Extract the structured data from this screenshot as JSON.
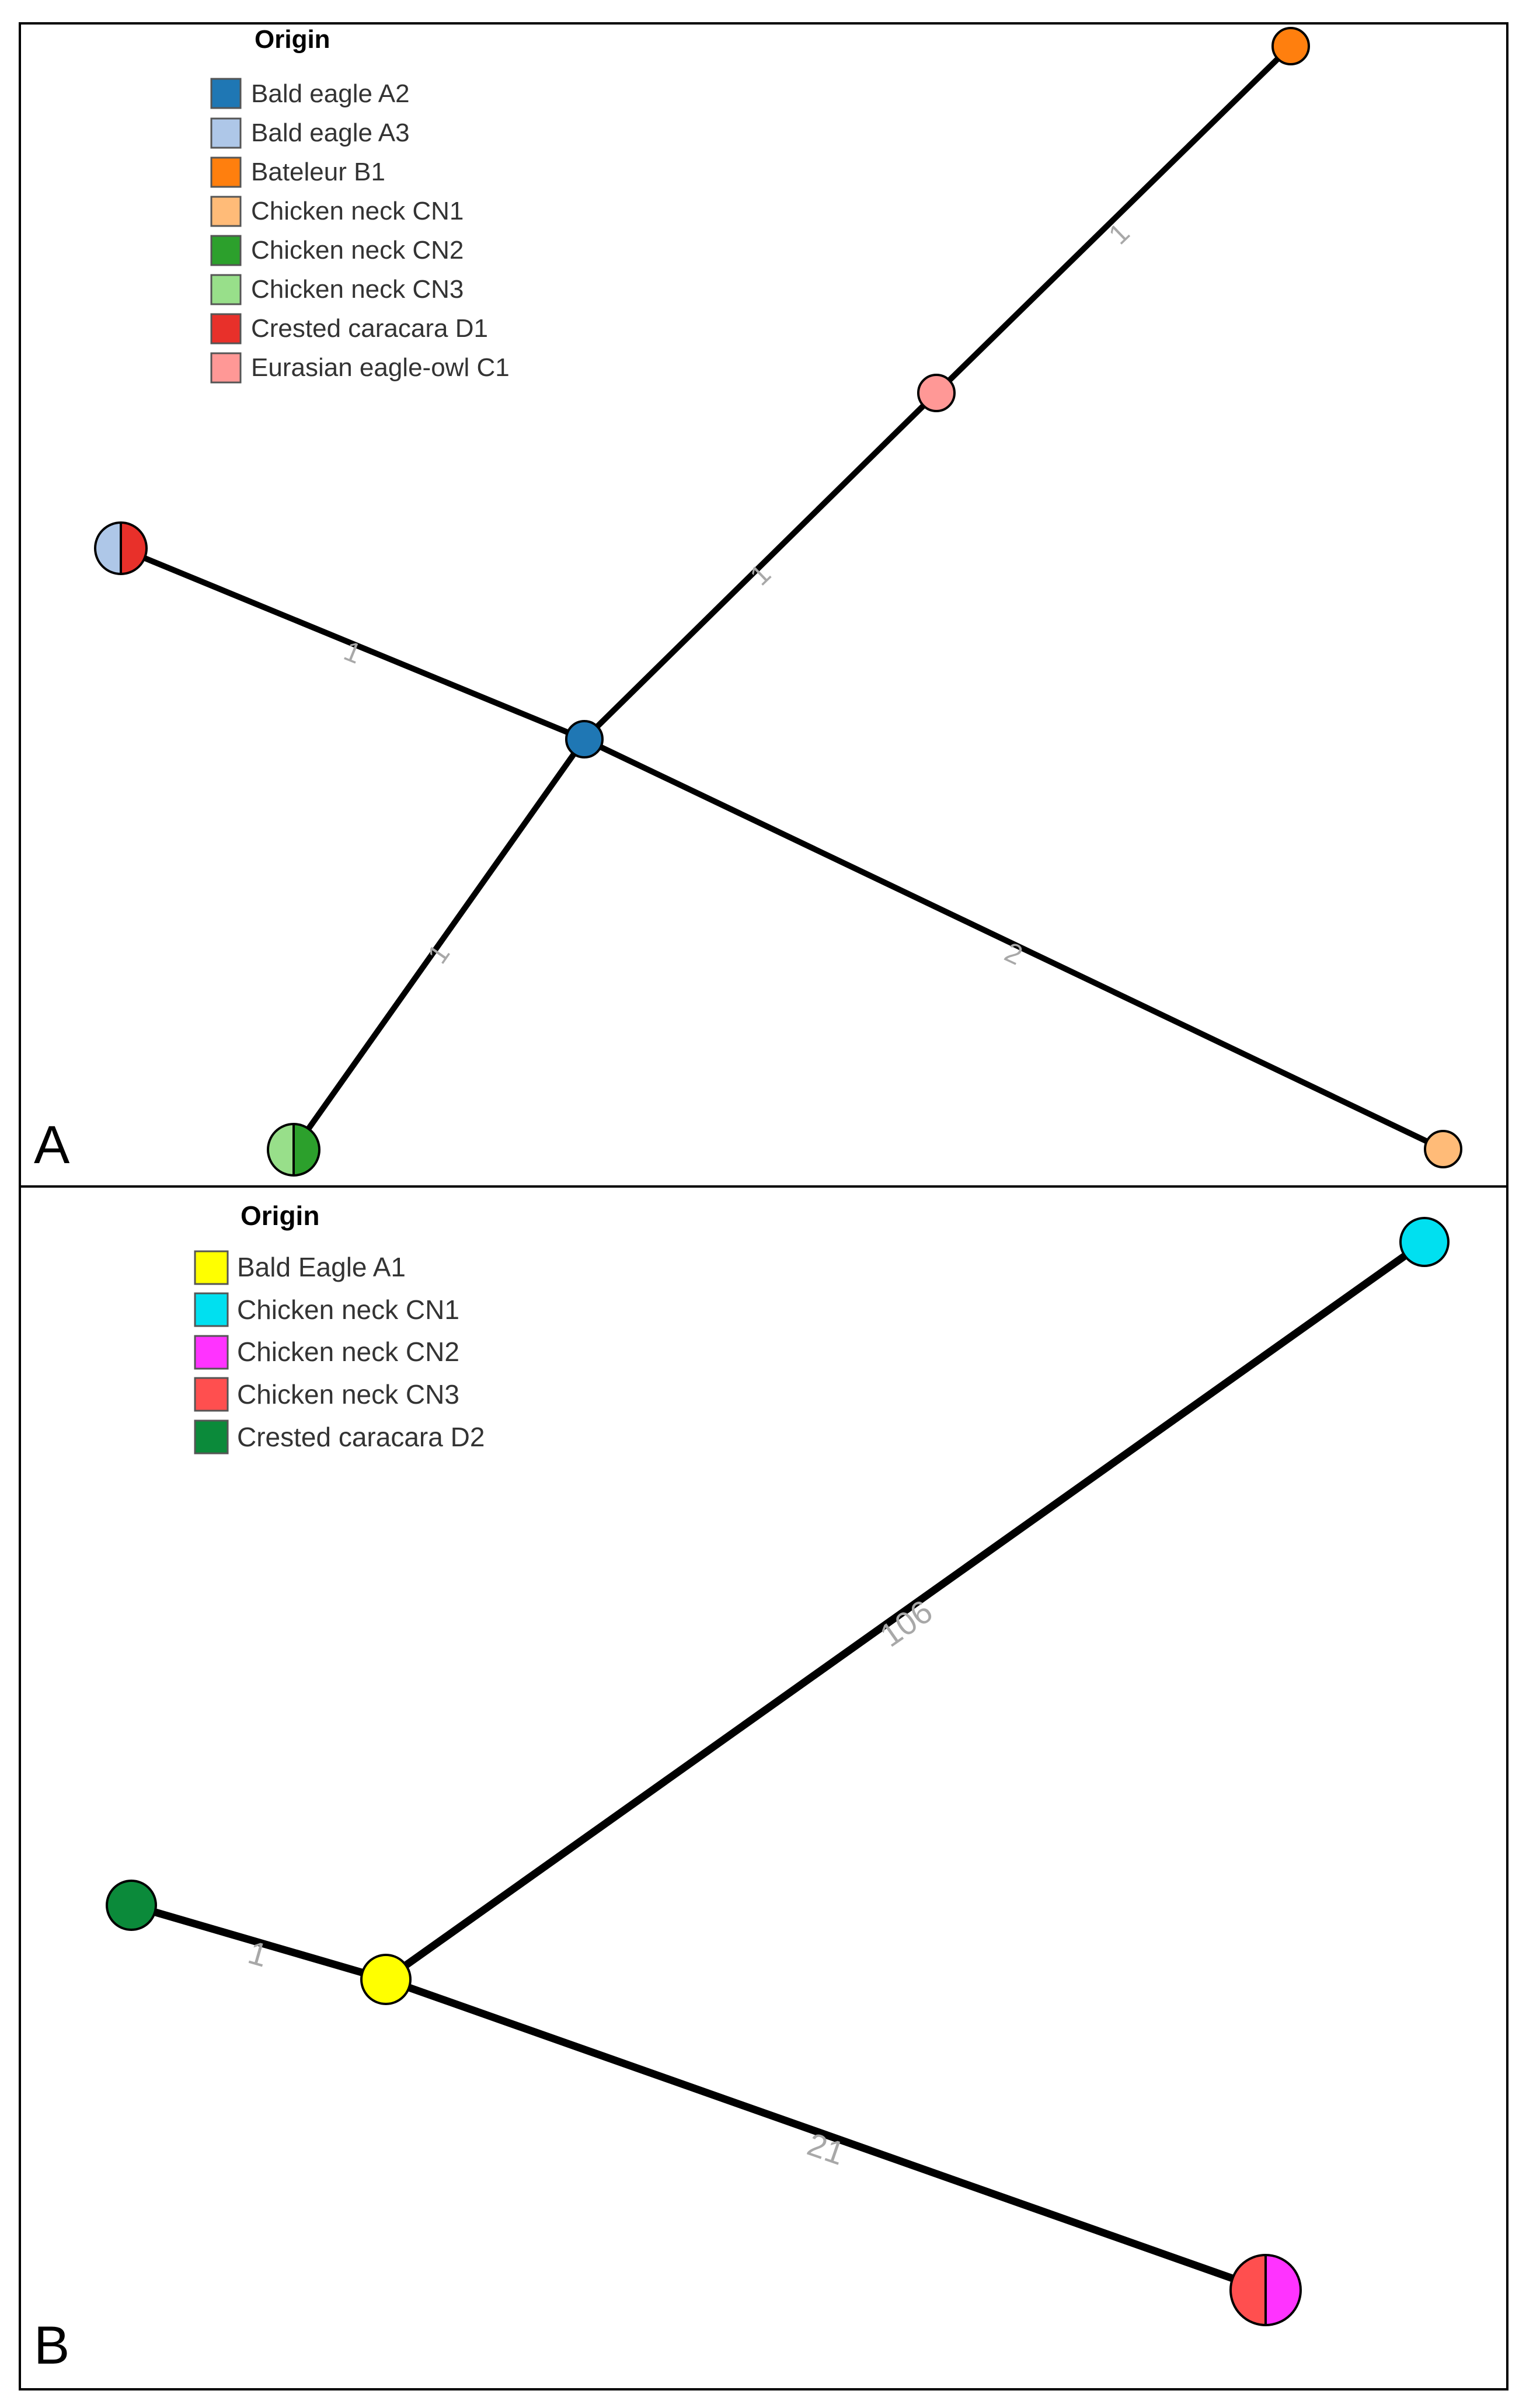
{
  "panels": [
    {
      "panel_label": "A",
      "legend": {
        "title": "Origin",
        "items": [
          {
            "label": "Bald eagle A2",
            "color": "#1f77b4"
          },
          {
            "label": "Bald eagle A3",
            "color": "#aec7e8"
          },
          {
            "label": "Bateleur B1",
            "color": "#ff7f0e"
          },
          {
            "label": "Chicken neck CN1",
            "color": "#ffbb78"
          },
          {
            "label": "Chicken neck CN2",
            "color": "#2ca02c"
          },
          {
            "label": "Chicken neck CN3",
            "color": "#98df8a"
          },
          {
            "label": "Crested caracara D1",
            "color": "#e8302a"
          },
          {
            "label": "Eurasian eagle-owl C1",
            "color": "#ff9896"
          }
        ]
      },
      "edges": [
        {
          "label": "1"
        },
        {
          "label": "1"
        },
        {
          "label": "1"
        },
        {
          "label": "1"
        },
        {
          "label": "2"
        }
      ]
    },
    {
      "panel_label": "B",
      "legend": {
        "title": "Origin",
        "items": [
          {
            "label": "Bald Eagle A1",
            "color": "#ffff00"
          },
          {
            "label": "Chicken neck CN1",
            "color": "#00e0f0"
          },
          {
            "label": "Chicken neck CN2",
            "color": "#ff33ff"
          },
          {
            "label": "Chicken neck CN3",
            "color": "#ff4f4f"
          },
          {
            "label": "Crested caracara D2",
            "color": "#0b8a3a"
          }
        ]
      },
      "edges": [
        {
          "label": "106"
        },
        {
          "label": "1"
        },
        {
          "label": "21"
        }
      ]
    }
  ]
}
